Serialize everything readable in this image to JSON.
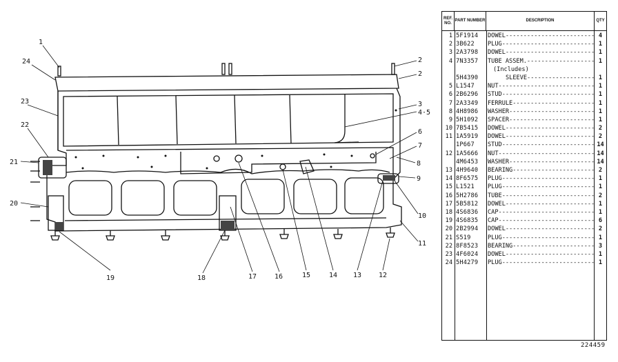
{
  "header": {
    "ref_no": "REF. NO.",
    "part_number": "PART NUMBER",
    "description": "DESCRIPTION",
    "qty": "QTY"
  },
  "parts": [
    {
      "ref": "1",
      "part": "5F1914",
      "desc": "DOWEL",
      "qty": "4",
      "style": ""
    },
    {
      "ref": "2",
      "part": "3B622",
      "desc": "PLUG",
      "qty": "1",
      "style": ""
    },
    {
      "ref": "3",
      "part": "2A3798",
      "desc": "DOWEL",
      "qty": "1",
      "style": ""
    },
    {
      "ref": "4",
      "part": "7N3357",
      "desc": "TUBE ASSEM.",
      "qty": "1",
      "style": ""
    },
    {
      "ref": "",
      "part": "",
      "desc": "(Includes)",
      "qty": "",
      "style": "sub"
    },
    {
      "ref": "",
      "part": "5H4390",
      "desc": "SLEEVE",
      "qty": "1",
      "style": "sub2"
    },
    {
      "ref": "5",
      "part": "L1547",
      "desc": "NUT",
      "qty": "1",
      "style": ""
    },
    {
      "ref": "6",
      "part": "2B6296",
      "desc": "STUD",
      "qty": "1",
      "style": ""
    },
    {
      "ref": "7",
      "part": "2A3349",
      "desc": "FERRULE",
      "qty": "1",
      "style": ""
    },
    {
      "ref": "8",
      "part": "4H8986",
      "desc": "WASHER",
      "qty": "1",
      "style": ""
    },
    {
      "ref": "9",
      "part": "5H1092",
      "desc": "SPACER",
      "qty": "1",
      "style": ""
    },
    {
      "ref": "10",
      "part": "7B5415",
      "desc": "DOWEL",
      "qty": "2",
      "style": ""
    },
    {
      "ref": "11",
      "part": "1A5919",
      "desc": "DOWEL",
      "qty": "2",
      "style": ""
    },
    {
      "ref": "",
      "part": "1P667",
      "desc": "STUD",
      "qty": "14",
      "style": ""
    },
    {
      "ref": "12",
      "part": "1A5666",
      "desc": "NUT",
      "qty": "14",
      "style": ""
    },
    {
      "ref": "",
      "part": "4M6453",
      "desc": "WASHER",
      "qty": "14",
      "style": ""
    },
    {
      "ref": "13",
      "part": "4H9640",
      "desc": "BEARING",
      "qty": "2",
      "style": ""
    },
    {
      "ref": "14",
      "part": "8F6575",
      "desc": "PLUG",
      "qty": "1",
      "style": ""
    },
    {
      "ref": "15",
      "part": "L1521",
      "desc": "PLUG",
      "qty": "1",
      "style": ""
    },
    {
      "ref": "16",
      "part": "5H2786",
      "desc": "TUBE",
      "qty": "2",
      "style": ""
    },
    {
      "ref": "17",
      "part": "5B5812",
      "desc": "DOWEL",
      "qty": "1",
      "style": ""
    },
    {
      "ref": "18",
      "part": "4S6836",
      "desc": "CAP",
      "qty": "1",
      "style": ""
    },
    {
      "ref": "19",
      "part": "4S6835",
      "desc": "CAP",
      "qty": "6",
      "style": ""
    },
    {
      "ref": "20",
      "part": "2B2994",
      "desc": "DOWEL",
      "qty": "2",
      "style": ""
    },
    {
      "ref": "21",
      "part": "S519",
      "desc": "PLUG",
      "qty": "1",
      "style": ""
    },
    {
      "ref": "22",
      "part": "8F8523",
      "desc": "BEARING",
      "qty": "3",
      "style": ""
    },
    {
      "ref": "23",
      "part": "4F6024",
      "desc": "DOWEL",
      "qty": "1",
      "style": ""
    },
    {
      "ref": "24",
      "part": "5H4279",
      "desc": "PLUG",
      "qty": "1",
      "style": ""
    }
  ],
  "callouts": [
    "1",
    "24",
    "2",
    "23",
    "3",
    "4·5",
    "22",
    "6",
    "7",
    "21",
    "8",
    "9",
    "20",
    "10",
    "11",
    "19",
    "18",
    "17",
    "16",
    "15",
    "14",
    "13",
    "12"
  ],
  "doc_number": "224459"
}
